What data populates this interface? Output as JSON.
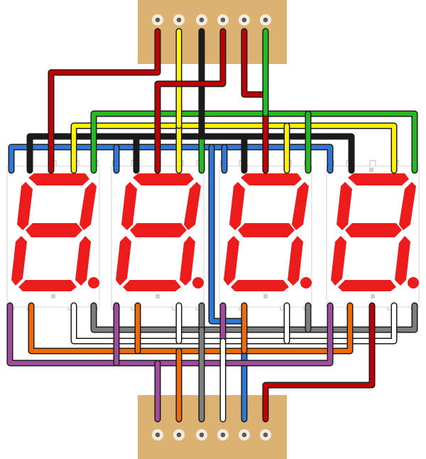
{
  "colors": {
    "background": "#ffffff",
    "board": "#dcb273",
    "pad_ring": "#f4ecdf",
    "pad_hole": "#5a5a5a",
    "display_body": "#ffffff",
    "display_outline": "#d6d6d6",
    "segment_on": "#ec1c1c",
    "pin_stub": "#ffffff",
    "pin_outline": "#b9b9b9",
    "wire_outline": "#1a1a1a",
    "decimal_mark": "#cfcfcf"
  },
  "icons": {
    "header_pad": "solder-pad-icon",
    "display": "seven-segment-digit-icon",
    "decimal_point": "decimal-point-icon"
  },
  "diagram": {
    "digit_count": 4,
    "segments_per_digit": 7,
    "lit_segments": [
      "a",
      "b",
      "c",
      "d",
      "e",
      "f",
      "g"
    ],
    "decimal_point_lit": [
      true,
      true,
      true,
      true
    ],
    "header_top_pin_count": 6,
    "header_bottom_pin_count": 6,
    "wire_colors": {
      "red": "#c00000",
      "yellow": "#fff200",
      "black": "#1b1b1b",
      "green": "#22b922",
      "blue": "#2f78d6",
      "purple": "#a04b9e",
      "orange": "#ef6a00",
      "gray": "#7d7d7d",
      "white": "#ffffff"
    },
    "top_header_wire_colors": [
      "red",
      "yellow",
      "black",
      "red",
      "red",
      "green"
    ],
    "bottom_header_wire_colors": [
      "purple",
      "orange",
      "gray",
      "white",
      "blue",
      "red"
    ]
  }
}
